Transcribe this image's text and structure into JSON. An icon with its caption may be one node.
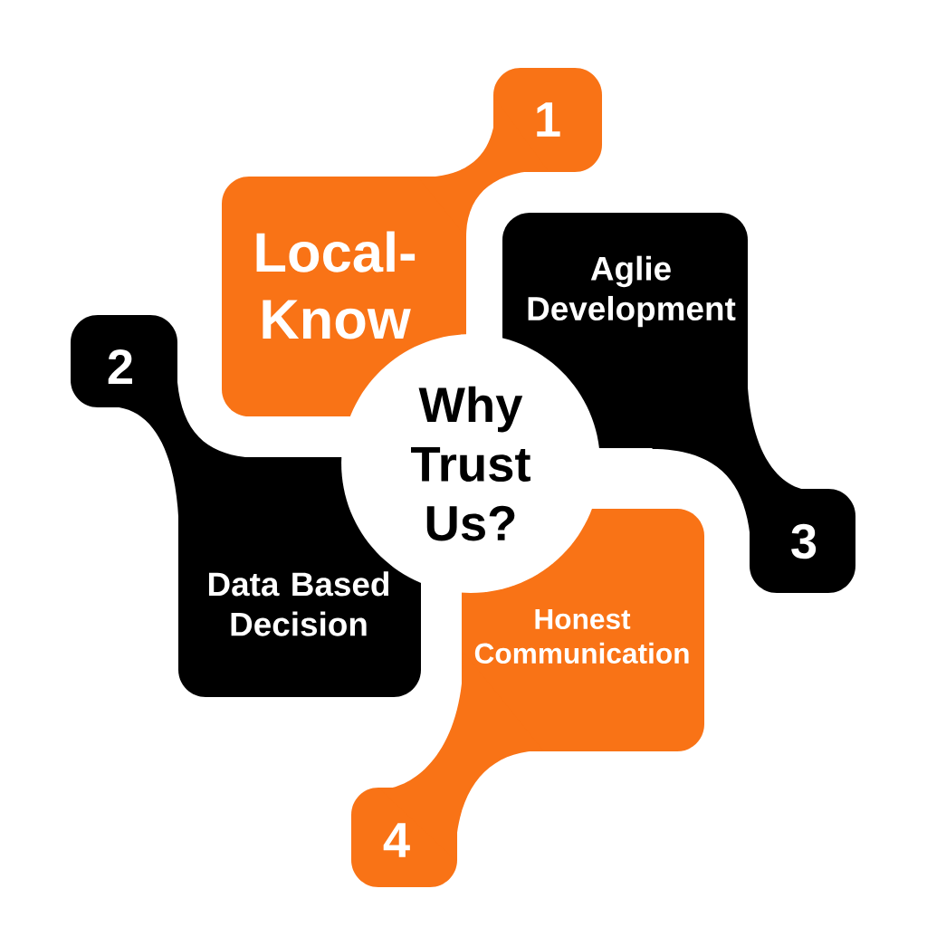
{
  "diagram": {
    "nodes": [
      {
        "text": [
          "1",
          "Local-Know"
        ]
      },
      {
        "text": [
          "2",
          "Data Based Decision"
        ]
      },
      {
        "text": [
          "3",
          "Aglie Development"
        ]
      },
      {
        "text": [
          "Why Trust Us?"
        ]
      },
      {
        "text": [
          "4",
          "Honest Communication"
        ]
      }
    ]
  }
}
